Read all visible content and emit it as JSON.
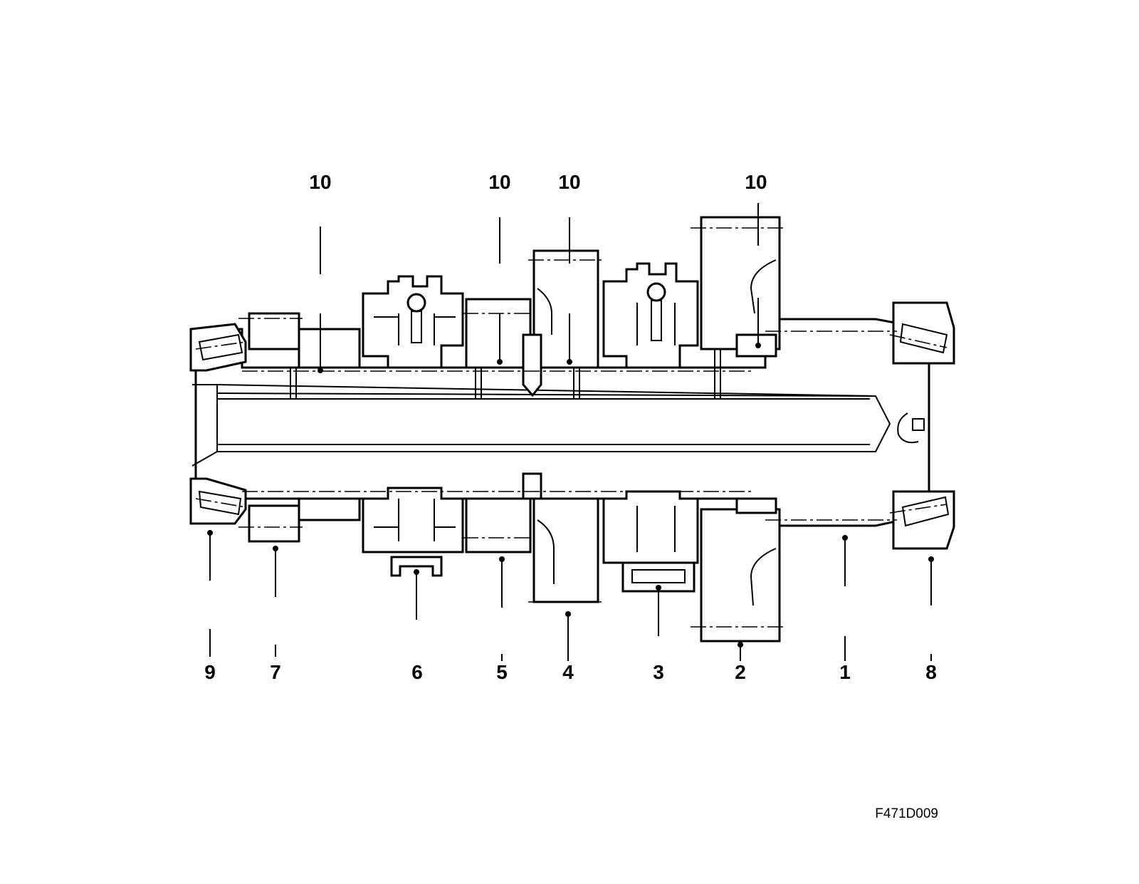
{
  "diagram": {
    "figure_code": "F471D009",
    "callouts": {
      "top": [
        "10",
        "10",
        "10",
        "10"
      ],
      "bottom": [
        "9",
        "7",
        "6",
        "5",
        "4",
        "3",
        "2",
        "1",
        "8"
      ]
    }
  }
}
